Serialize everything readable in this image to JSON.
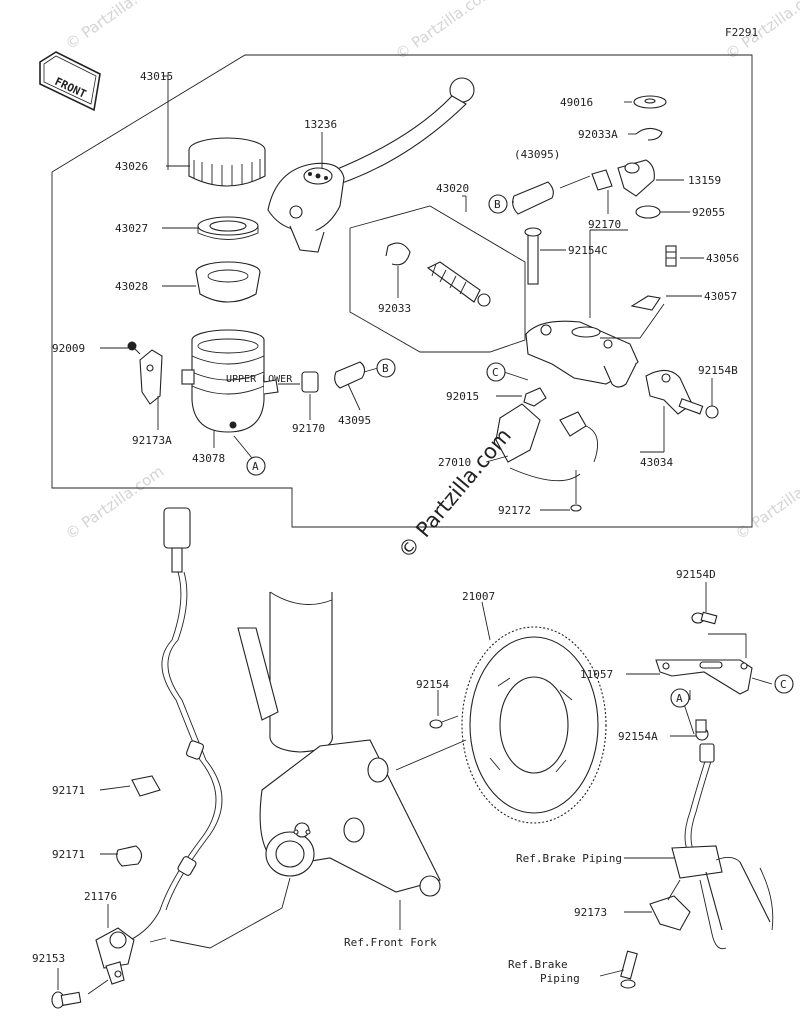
{
  "figure_code": "F2291",
  "front_badge": "FRONT",
  "watermark": "© Partzilla.com",
  "parts": {
    "p43015": "43015",
    "p13236": "13236",
    "p43026": "43026",
    "p43027": "43027",
    "p43028": "43028",
    "p92009": "92009",
    "p92173A": "92173A",
    "p43078": "43078",
    "p92170a": "92170",
    "p43095a": "43095",
    "p92033": "92033",
    "p43020": "43020",
    "p43095b": "(43095)",
    "p92170b": "92170",
    "p49016": "49016",
    "p92033A": "92033A",
    "p13159": "13159",
    "p92055": "92055",
    "p92154C": "92154C",
    "p43056": "43056",
    "p43057": "43057",
    "p92154B": "92154B",
    "p92015": "92015",
    "p43034": "43034",
    "p27010": "27010",
    "p92172": "92172",
    "p21007": "21007",
    "p92154": "92154",
    "p92154D": "92154D",
    "p11057": "11057",
    "p92154A": "92154A",
    "p92171a": "92171",
    "p92171b": "92171",
    "p21176": "21176",
    "p92153": "92153",
    "p92173": "92173"
  },
  "refs": {
    "brake_piping_1": "Ref.Brake Piping",
    "brake_piping_2a": "Ref.Brake",
    "brake_piping_2b": "Piping",
    "front_fork": "Ref.Front Fork"
  },
  "callouts": {
    "A": "A",
    "B": "B",
    "C": "C"
  },
  "reservoir_text": "UPPER LOWER"
}
